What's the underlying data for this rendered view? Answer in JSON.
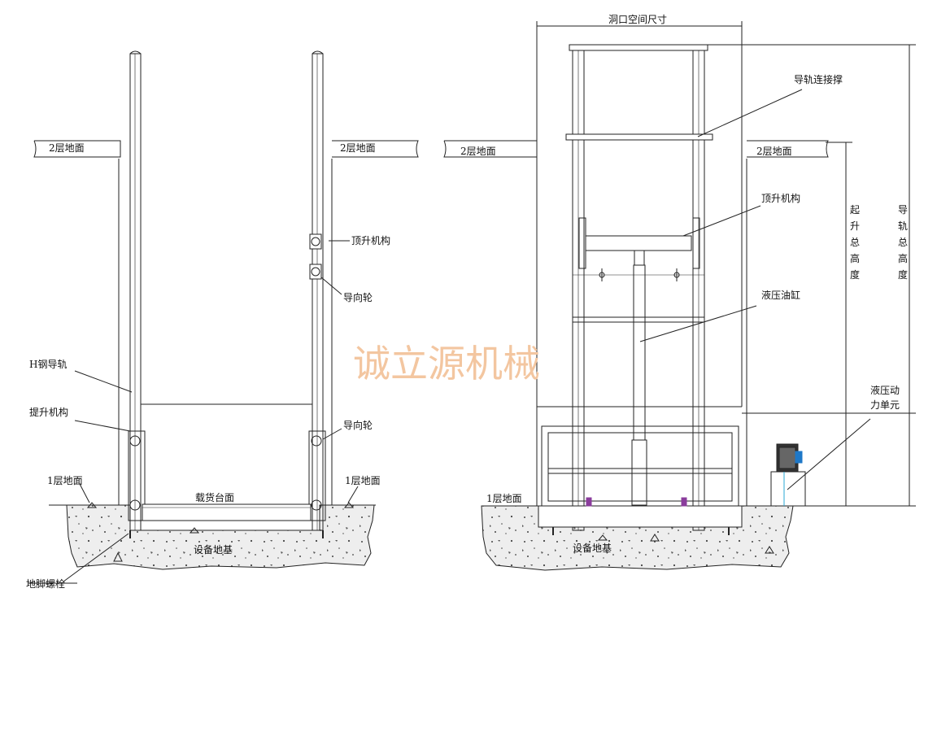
{
  "left_view": {
    "floor2_left": "2层地面",
    "floor2_right": "2层地面",
    "jacking_mechanism": "顶升机构",
    "guide_wheel_upper": "导向轮",
    "h_steel_rail": "H钢导轨",
    "lifting_mechanism": "提升机构",
    "guide_wheel_lower": "导向轮",
    "floor1_left": "1层地面",
    "floor1_right": "1层地面",
    "platform": "载货台面",
    "foundation": "设备地基",
    "anchor_bolt": "地脚螺栓"
  },
  "right_view": {
    "opening_size": "洞口空间尺寸",
    "rail_brace": "导轨连接撑",
    "floor2_left": "2层地面",
    "floor2_right": "2层地面",
    "jacking_mechanism": "顶升机构",
    "hydraulic_cylinder": "液压油缸",
    "hydraulic_unit": [
      "液压动",
      "力单元"
    ],
    "floor1": "1层地面",
    "foundation": "设备地基",
    "lift_total_height": [
      "起",
      "升",
      "总",
      "高",
      "度"
    ],
    "rail_total_height": [
      "导",
      "轨",
      "总",
      "高",
      "度"
    ]
  },
  "watermark": "诚立源机械"
}
